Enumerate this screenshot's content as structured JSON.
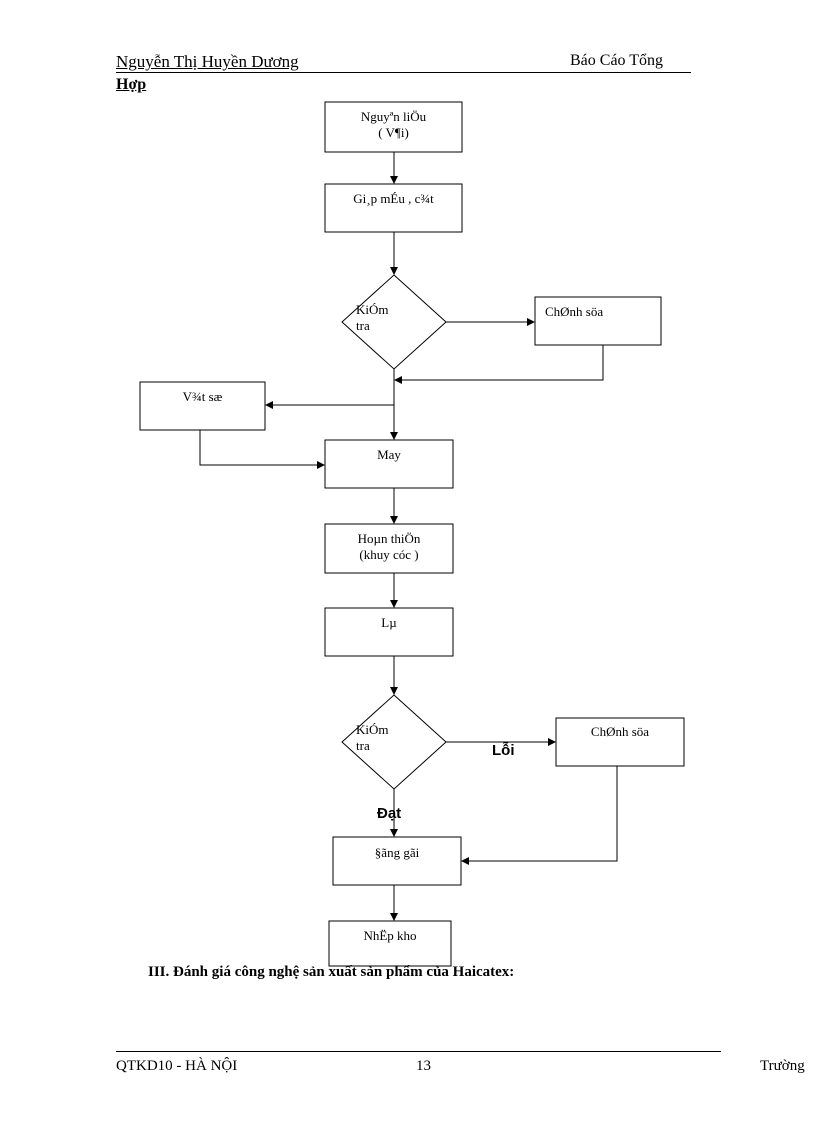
{
  "header": {
    "author": "Nguyễn Thị Huyền Dương",
    "report_title": "Báo Cáo Tổng",
    "report_title_cont": "Hợp"
  },
  "flowchart": {
    "nodes": {
      "raw_material": "Nguyªn liÖu\n( V¶i)",
      "cutting": "Gi¸p mÉu , c¾t",
      "check1": "KiÓm\ntra",
      "fix1": "ChØnh söa",
      "cut_scrap": "V¾t sæ",
      "sewing": "May",
      "finishing": "Hoµn thiÖn\n(khuy cóc )",
      "ironing": "Lµ",
      "check2": "KiÓm\ntra",
      "fix2": "ChØnh söa",
      "packing": "§ãng gãi",
      "warehouse": "NhËp kho"
    },
    "edge_labels": {
      "fail": "Lỗi",
      "pass": "Đạt"
    }
  },
  "section_heading": "III. Đánh giá công nghệ sản xuất sản phẩm của Haicatex:",
  "footer": {
    "left": "QTKD10 - HÀ NỘI",
    "page_number": "13",
    "right": "Trường"
  }
}
